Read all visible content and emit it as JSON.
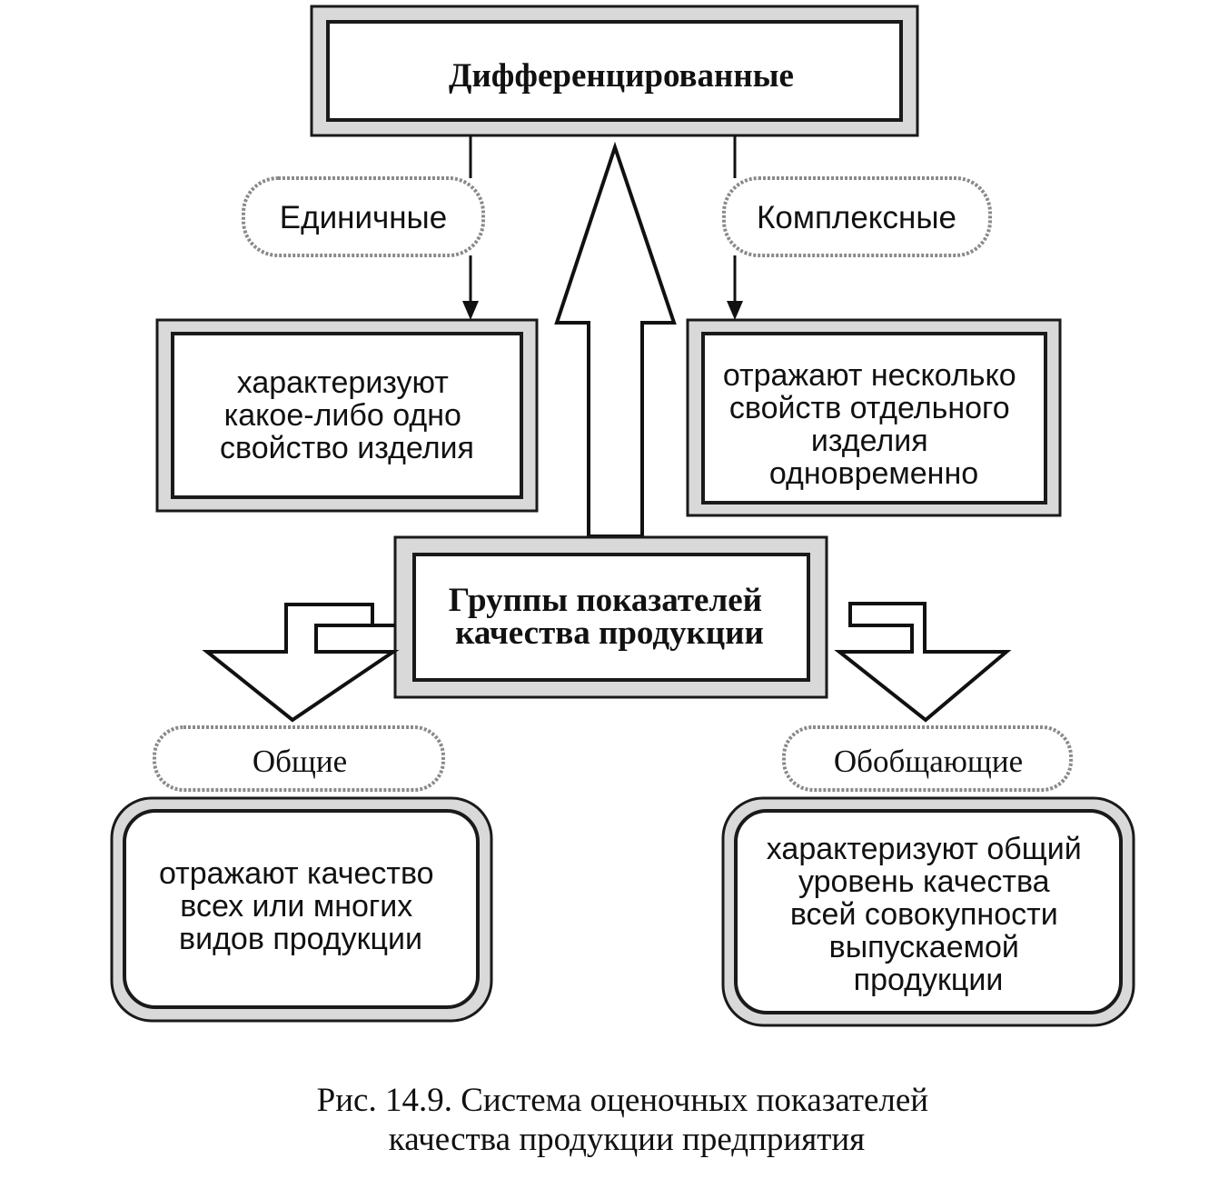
{
  "top_box": {
    "label": "Дифференцированные"
  },
  "single": {
    "tag": "Единичные",
    "desc": [
      "характеризуют",
      "какое-либо одно",
      "свойство изделия"
    ]
  },
  "complex": {
    "tag": "Комплексные",
    "desc": [
      "отражают несколько",
      "свойств отдельного",
      "изделия",
      "одновременно"
    ]
  },
  "center_box": {
    "lines": [
      "Группы показателей",
      "качества продукции"
    ]
  },
  "general": {
    "tag": "Общие",
    "desc": [
      "отражают качество",
      "всех или многих",
      "видов продукции"
    ]
  },
  "summary": {
    "tag": "Обобщающие",
    "desc": [
      "характеризуют общий",
      "уровень качества",
      "всей совокупности",
      "выпускаемой",
      "продукции"
    ]
  },
  "caption": [
    "Рис. 14.9. Система оценочных показателей",
    "качества продукции предприятия"
  ]
}
